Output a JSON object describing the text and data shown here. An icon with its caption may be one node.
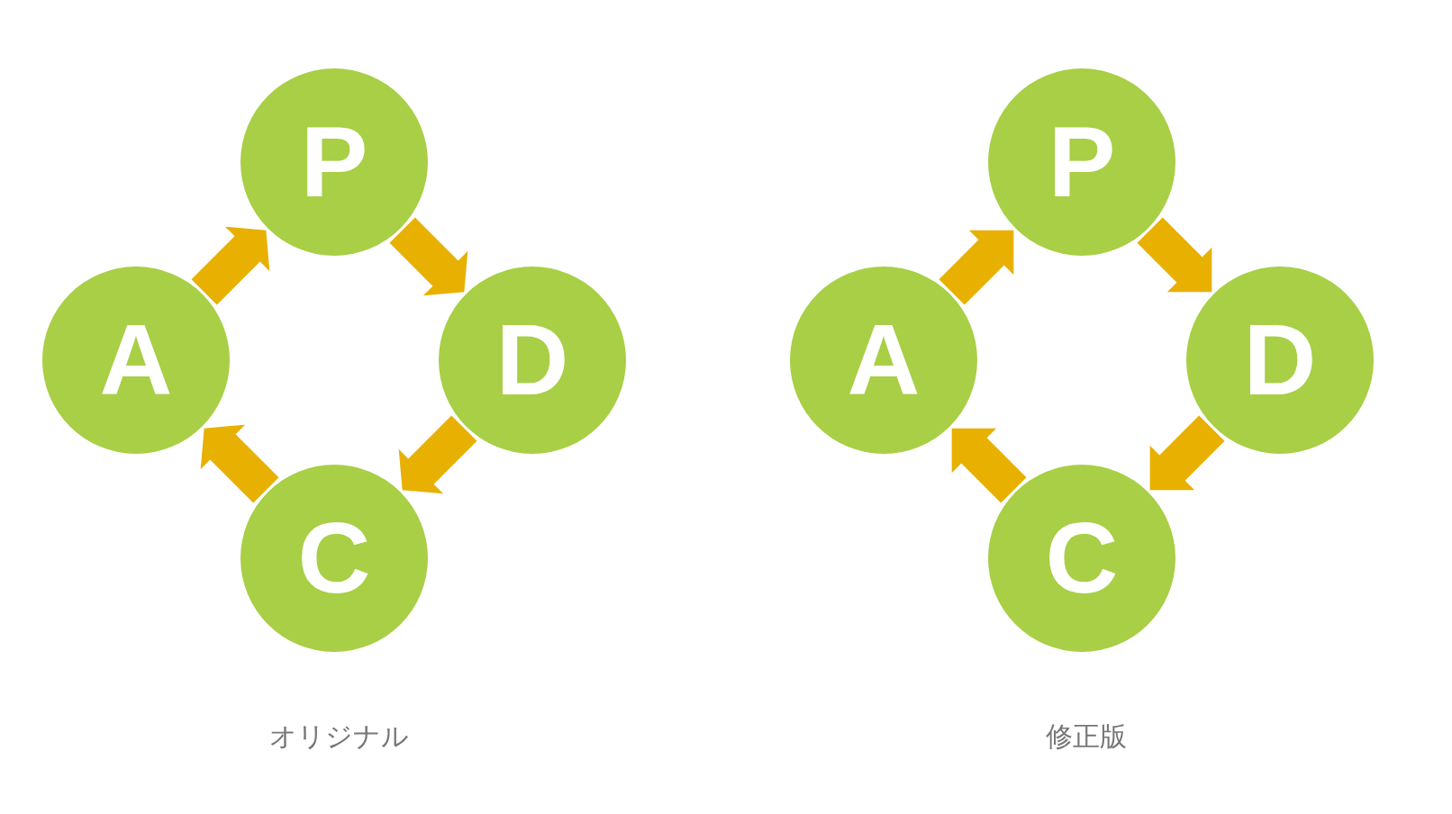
{
  "diagram": {
    "nodes": [
      {
        "text": [
          "P"
        ]
      },
      {
        "text": [
          "A"
        ]
      },
      {
        "text": [
          "D"
        ]
      },
      {
        "text": [
          "C"
        ]
      },
      {
        "text": [
          "P"
        ]
      },
      {
        "text": [
          "A"
        ]
      },
      {
        "text": [
          "D"
        ]
      },
      {
        "text": [
          "C"
        ]
      }
    ],
    "edges": [
      {
        "from": 1,
        "to": 0,
        "arrow": "to"
      },
      {
        "from": 0,
        "to": 2,
        "arrow": "to"
      },
      {
        "from": 2,
        "to": 3,
        "arrow": "to"
      },
      {
        "from": 3,
        "to": 1,
        "arrow": "to"
      },
      {
        "from": 5,
        "to": 4,
        "arrow": "to"
      },
      {
        "from": 4,
        "to": 6,
        "arrow": "to"
      },
      {
        "from": 6,
        "to": 7,
        "arrow": "to"
      },
      {
        "from": 7,
        "to": 5,
        "arrow": "to"
      }
    ],
    "labels": [
      "オリジナル",
      "修正版"
    ]
  }
}
